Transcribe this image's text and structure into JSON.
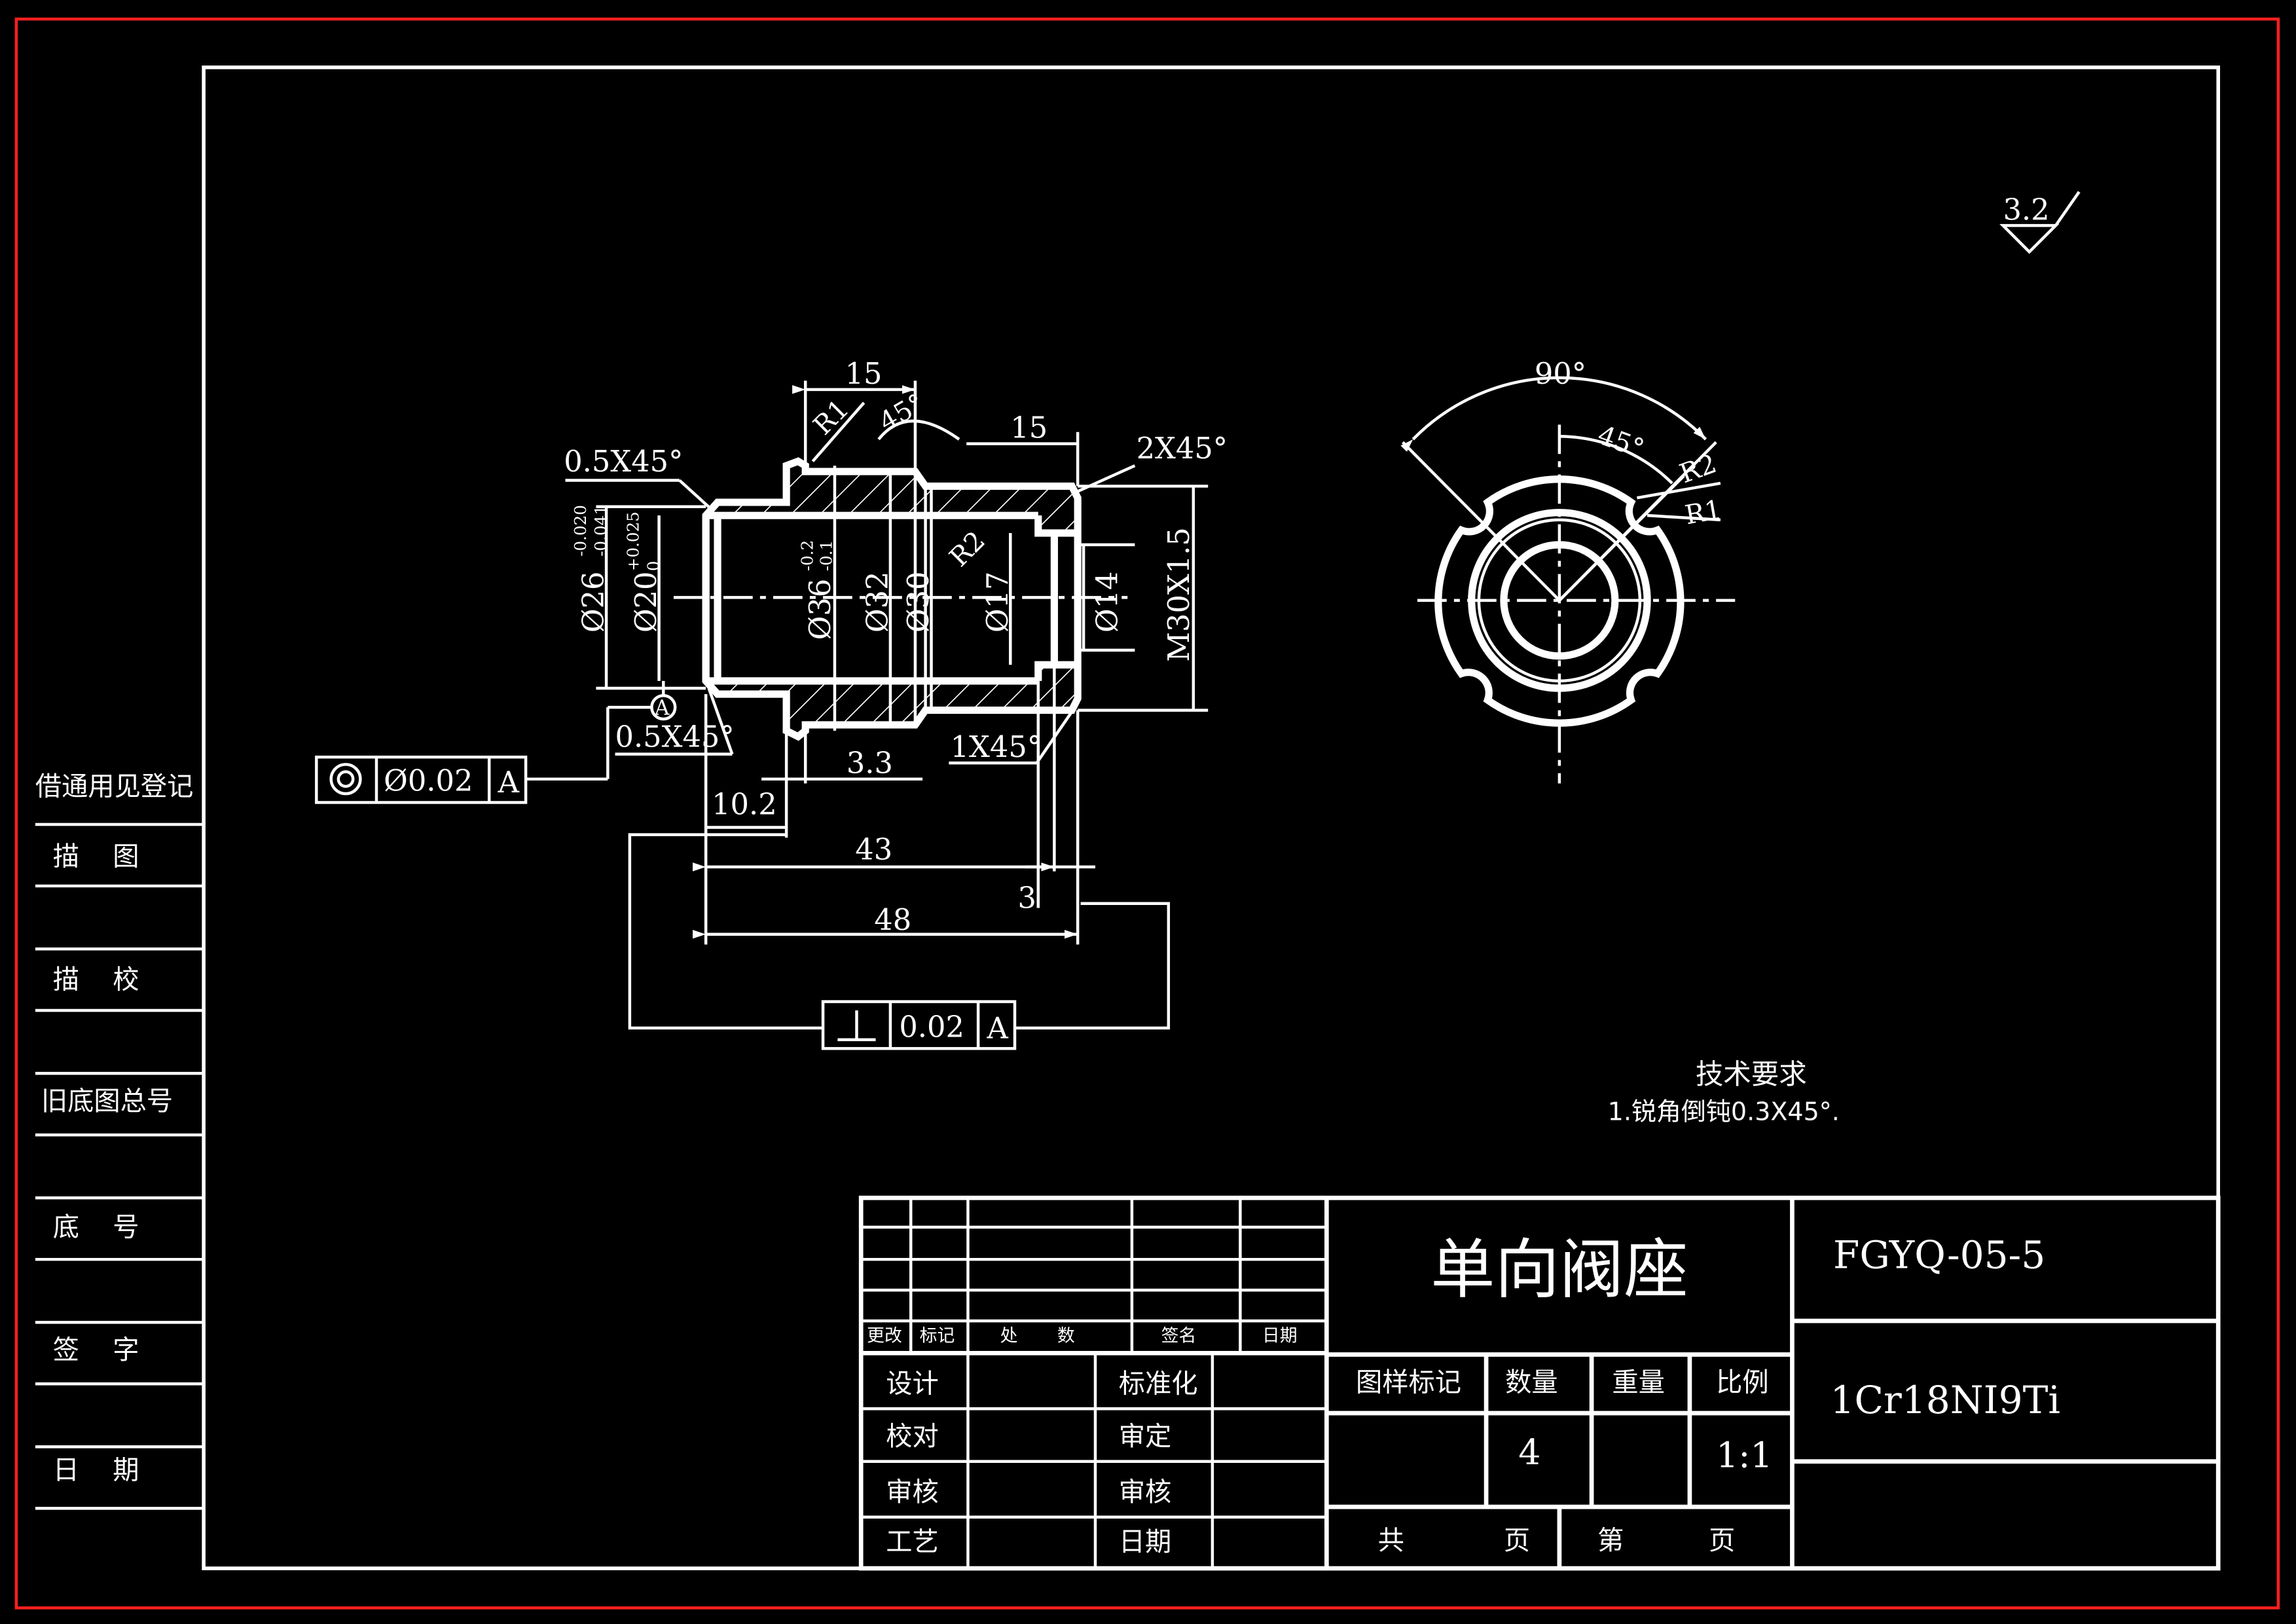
{
  "dims": {
    "d_26": "Ø26",
    "d_26_tol_top": "-0.020",
    "d_26_tol_bot": "-0.041",
    "d_20": "Ø20",
    "d_20_tol_top": "+0.025",
    "d_20_tol_bot": "0",
    "d_36": "Ø36",
    "d_36_tol_top": "-0.2",
    "d_36_tol_bot": "-0.1",
    "d_32": "Ø32",
    "d_30": "Ø30",
    "d_17": "Ø17",
    "d_14": "Ø14",
    "thread": "M30X1.5",
    "len_15_a": "15",
    "len_15_b": "15",
    "r1": "R1",
    "r2": "R2",
    "angle_45": "45°",
    "chamfer_top": "0.5X45°",
    "chamfer_bot": "0.5X45°",
    "chamfer_2x45": "2X45°",
    "chamfer_1x45": "1X45°",
    "len_3_3": "3.3",
    "len_10_2": "10.2",
    "len_43": "43",
    "len_3": "3",
    "len_48": "48",
    "datum": "A"
  },
  "fcf_concentric": {
    "value": "Ø0.02",
    "datum": "A"
  },
  "fcf_perp": {
    "value": "0.02",
    "datum": "A"
  },
  "end_view": {
    "angle_90": "90°",
    "angle_45": "45°",
    "r2": "R2",
    "r1": "R1"
  },
  "roughness": "3.2",
  "tech": {
    "title": "技术要求",
    "note": "1.锐角倒钝0.3X45°."
  },
  "side_table": [
    "借通用见登记",
    "描    图",
    "描    校",
    "旧底图总号",
    "底    号",
    "签    字",
    "日    期"
  ],
  "title_block": {
    "part_name": "单向阀座",
    "drawing_no": "FGYQ-05-5",
    "material": "1Cr18NI9Ti",
    "rev_headers": [
      "更改",
      "标记",
      "处",
      "数",
      "签名",
      "日期"
    ],
    "sign_left": [
      "设计",
      "校对",
      "审核",
      "工艺"
    ],
    "sign_right": [
      "标准化",
      "审定",
      "审核",
      "日期"
    ],
    "headers": [
      "图样标记",
      "数量",
      "重量",
      "比例"
    ],
    "quantity": "4",
    "scale": "1:1",
    "total": "共",
    "page": "页",
    "sheet": "第",
    "page2": "页"
  },
  "colors": {
    "background": "#000000",
    "line": "#ffffff",
    "outer_frame": "#ff0000"
  }
}
